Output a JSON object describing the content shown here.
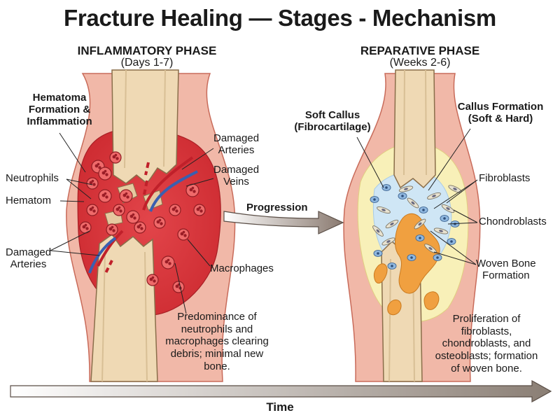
{
  "title": "Fracture Healing — Stages - Mechanism",
  "phases": {
    "inflammatory": {
      "title": "INFLAMMATORY PHASE",
      "subtitle": "(Days 1-7)",
      "labels": {
        "hematoma_formation": "Hematoma\nFormation &\nInflammation",
        "neutrophils": "Neutrophils",
        "hematom": "Hematom",
        "damaged_arteries_left": "Damaged\nArteries",
        "damaged_arteries_top": "Damaged\nArteries",
        "damaged_veins": "Damaged\nVeins",
        "macrophages": "Macrophages"
      },
      "description": "Predominance of\nneutrophils and\nmacrophages clearing\ndebris; minimal new\nbone."
    },
    "reparative": {
      "title": "REPARATIVE PHASE",
      "subtitle": "(Weeks 2-6)",
      "labels": {
        "soft_callus": "Soft Callus\n(Fibrocartilage)",
        "callus_formation": "Callus Formation\n(Soft & Hard)",
        "fibroblasts": "Fibroblasts",
        "chondroblasts": "Chondroblasts",
        "woven_bone": "Woven Bone\nFormation"
      },
      "description": "Proliferation of\nfibroblasts,\nchondroblasts, and\nosteoblasts; formation\nof woven bone."
    }
  },
  "progression_label": "Progression",
  "time_label": "Time",
  "colors": {
    "hematoma": "#d9343b",
    "hematoma_light": "#ef6a6a",
    "tissue": "#f1b8a8",
    "tissue_edge": "#c86b5a",
    "bone": "#efd9b4",
    "bone_edge": "#8a6e4a",
    "artery": "#c0202a",
    "vein": "#3a5fb0",
    "callus_yellow": "#f8f0b8",
    "callus_blue": "#cfe6f5",
    "woven_bone": "#f0a040",
    "cell_blue": "#8fb8e0",
    "arrow_gray": "#9a8f86"
  }
}
